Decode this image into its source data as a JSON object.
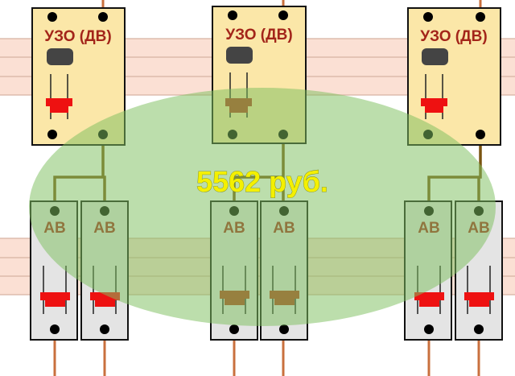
{
  "diagram": {
    "rcd_label": "УЗО (ДВ)",
    "breaker_label": "АВ",
    "price": "5562 руб.",
    "colors": {
      "rcd_body": "#fbe7a8",
      "breaker_body": "#e4e4e4",
      "wire": "#7a5410",
      "wire_top": "#c9703e",
      "label": "#a3251a",
      "price": "#f4f000",
      "highlight": "#7fbf60",
      "handle_red": "#ee1111",
      "handle_dark": "#b13c1c",
      "window": "#444444"
    }
  }
}
